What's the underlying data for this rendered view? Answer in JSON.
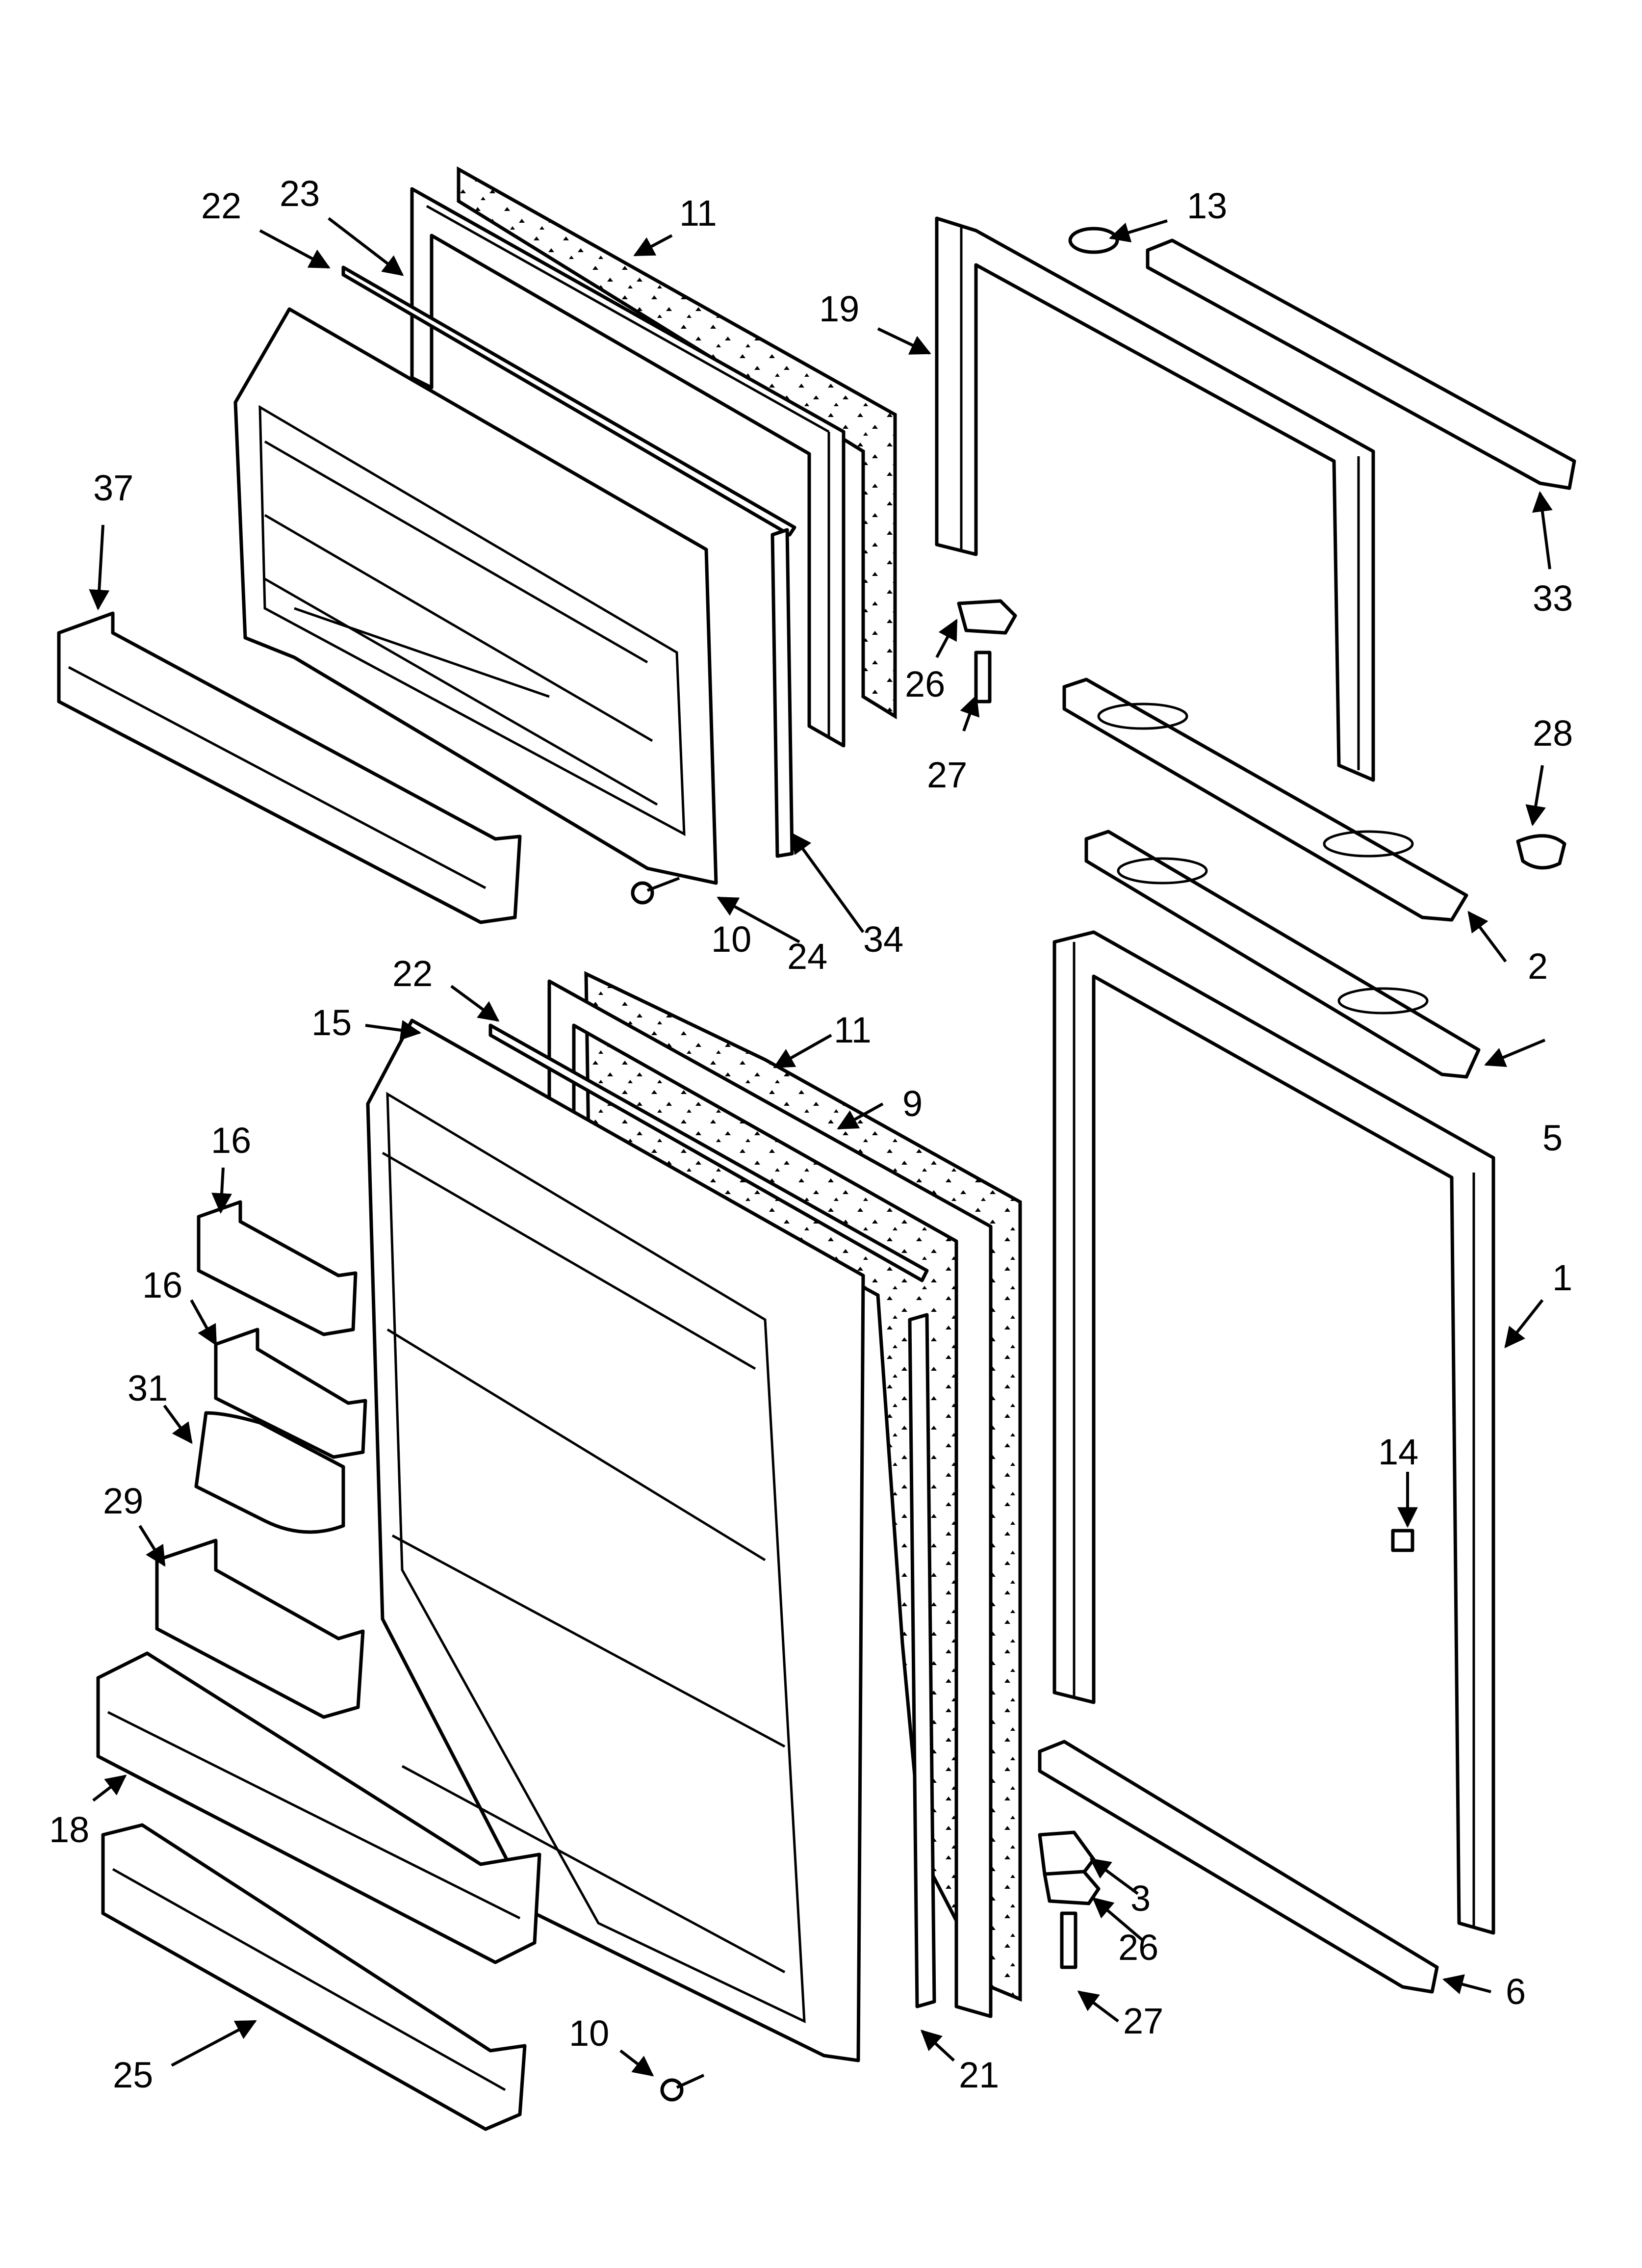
{
  "diagram": {
    "type": "exploded-parts-diagram",
    "callouts": [
      "22",
      "23",
      "11",
      "13",
      "19",
      "37",
      "26",
      "27",
      "33",
      "28",
      "10",
      "24",
      "34",
      "2",
      "22",
      "15",
      "11",
      "9",
      "16",
      "16",
      "31",
      "29",
      "1",
      "14",
      "18",
      "3",
      "26",
      "27",
      "6",
      "10",
      "25",
      "21",
      "5"
    ]
  }
}
